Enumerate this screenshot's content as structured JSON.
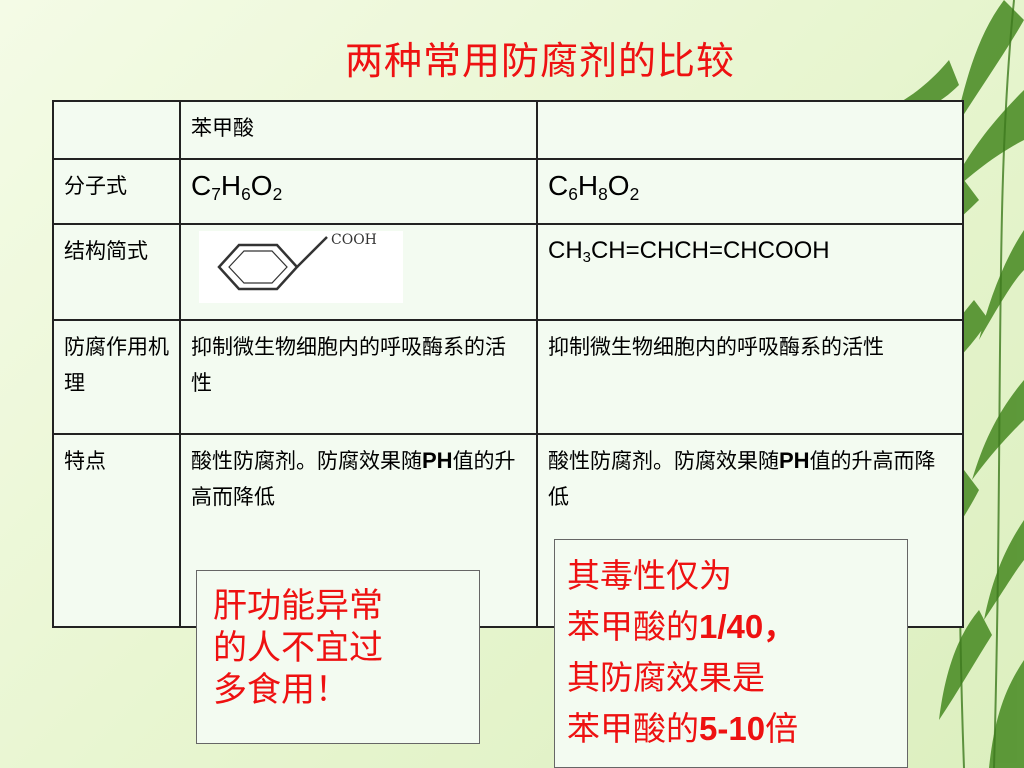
{
  "title": "两种常用防腐剂的比较",
  "table": {
    "header": [
      "",
      "苯甲酸",
      ""
    ],
    "rows": [
      {
        "label": "分子式",
        "col1": {
          "c": "C",
          "c_n": "7",
          "h": "H",
          "h_n": "6",
          "o": "O",
          "o_n": "2"
        },
        "col2": {
          "c": "C",
          "c_n": "6",
          "h": "H",
          "h_n": "8",
          "o": "O",
          "o_n": "2"
        }
      },
      {
        "label": "结构简式",
        "col1_structure_label": "COOH",
        "col2": {
          "pre": "CH",
          "n": "3",
          "post": "CH=CHCH=CHCOOH"
        }
      },
      {
        "label": "防腐作用机理",
        "col1": "抑制微生物细胞内的呼吸酶系的活性",
        "col2": "抑制微生物细胞内的呼吸酶系的活性"
      },
      {
        "label": "特点",
        "col1": {
          "a": "酸性防腐剂。防腐效果随",
          "ph": "PH",
          "b": "值的升高而降低"
        },
        "col2": {
          "a": "酸性防腐剂。防腐效果随",
          "ph": "PH",
          "b": "值的升高而降低"
        }
      }
    ]
  },
  "note_left": {
    "line1": "肝功能异常",
    "line2": "的人不宜过",
    "line3": "多食用！"
  },
  "note_right": {
    "line1": "其毒性仅为",
    "line2_a": "苯甲酸的",
    "line2_b": "1/40，",
    "line3": "其防腐效果是",
    "line4_a": "苯甲酸的",
    "line4_b": "5-10",
    "line4_c": "倍"
  },
  "colors": {
    "title": "#ee1111",
    "note_text": "#ee1111",
    "table_bg": "#f3fbf1",
    "background": "#e9f6d2"
  },
  "decoration": "bamboo-leaves"
}
